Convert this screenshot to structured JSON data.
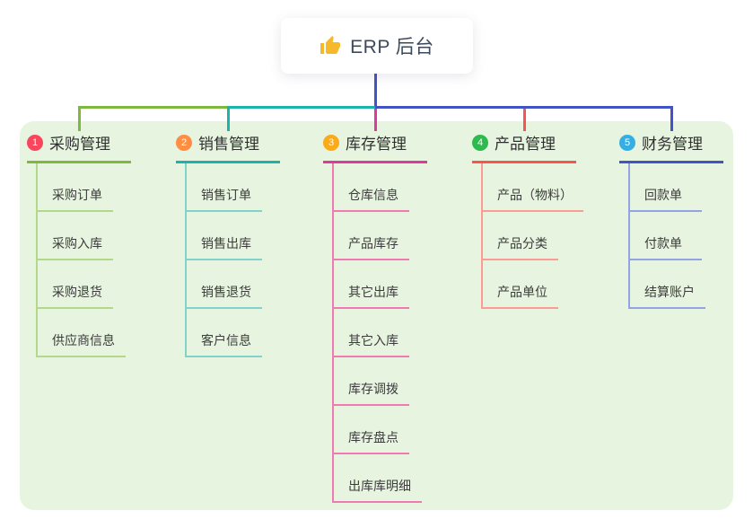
{
  "root": {
    "label": "ERP 后台",
    "icon": "thumbs-up"
  },
  "branches": [
    {
      "num": "1",
      "title": "采购管理",
      "badge_color": "#f8475d",
      "line_color": "#7fb83f",
      "child_line_color": "#b2d88a",
      "children": [
        "采购订单",
        "采购入库",
        "采购退货",
        "供应商信息"
      ]
    },
    {
      "num": "2",
      "title": "销售管理",
      "badge_color": "#ff8e42",
      "line_color": "#1db3ab",
      "child_line_color": "#7fd3c9",
      "children": [
        "销售订单",
        "销售出库",
        "销售退货",
        "客户信息"
      ]
    },
    {
      "num": "3",
      "title": "库存管理",
      "badge_color": "#fbab1a",
      "line_color": "#de3a9b",
      "child_line_color": "#f07ab2",
      "children": [
        "仓库信息",
        "产品库存",
        "其它出库",
        "其它入库",
        "库存调拨",
        "库存盘点",
        "出库库明细"
      ]
    },
    {
      "num": "4",
      "title": "产品管理",
      "badge_color": "#2eba4e",
      "line_color": "#f7554d",
      "child_line_color": "#fa9b94",
      "children": [
        "产品（物料）",
        "产品分类",
        "产品单位"
      ]
    },
    {
      "num": "5",
      "title": "财务管理",
      "badge_color": "#35aee3",
      "line_color": "#4254c5",
      "child_line_color": "#93a3e3",
      "children": [
        "回款单",
        "付款单",
        "结算账户"
      ]
    }
  ],
  "colors": {
    "canvas_bg": "#ffffff",
    "panel_bg": "#e7f4e0",
    "root_connector": "#4254c5",
    "root_text": "#3e4a5a",
    "branch_title_text": "#303030",
    "child_text": "#3c3c3c",
    "root_card_bg": "#ffffff",
    "thumb_icon_color": "#f7b92c"
  }
}
